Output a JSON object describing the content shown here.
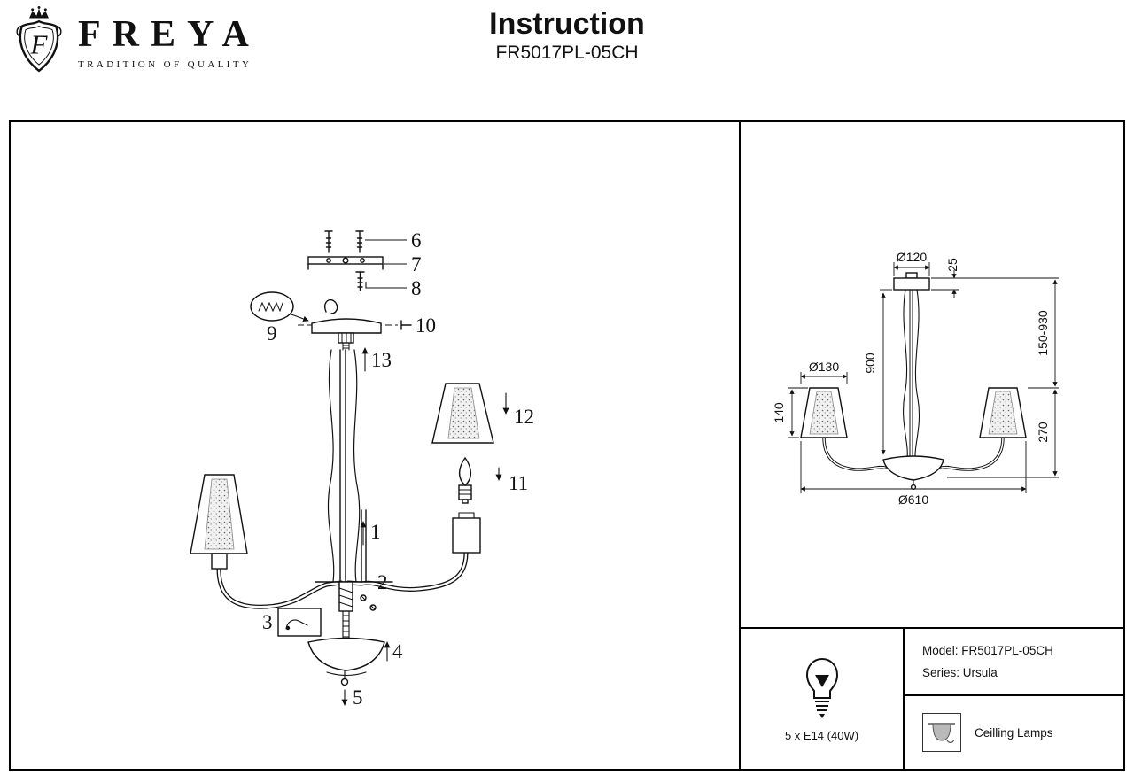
{
  "header": {
    "brand": "FREYA",
    "tagline": "TRADITION OF QUALITY",
    "logo_letter": "F",
    "title": "Instruction",
    "model": "FR5017PL-05CH"
  },
  "assembly": {
    "parts": {
      "n1": "1",
      "n2": "2",
      "n3": "3",
      "n4": "4",
      "n5": "5",
      "n6": "6",
      "n7": "7",
      "n8": "8",
      "n9": "9",
      "n10": "10",
      "n11": "11",
      "n12": "12",
      "n13": "13"
    }
  },
  "dimensions": {
    "canopy_diameter": "Ø120",
    "canopy_height": "25",
    "hanging_length": "900",
    "overall_height": "150-930",
    "shade_diameter": "Ø130",
    "shade_height": "140",
    "fixture_height": "270",
    "overall_diameter": "Ø610"
  },
  "specs": {
    "bulb": "5 x E14 (40W)",
    "model": "Model: FR5017PL-05CH",
    "series": "Series: Ursula",
    "category": "Ceilling Lamps"
  },
  "icons": {
    "logo": "freya-crest",
    "bulb": "light-bulb",
    "category": "ceiling-lamp"
  }
}
